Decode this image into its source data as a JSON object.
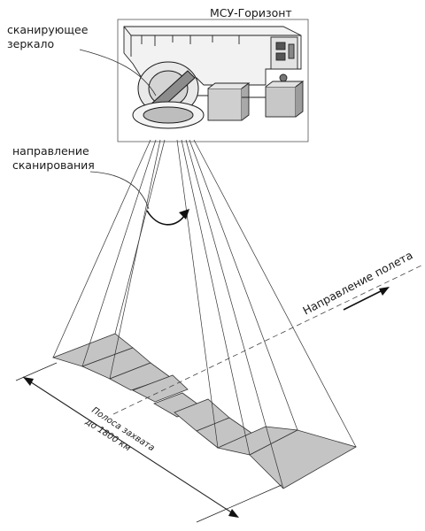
{
  "diagram": {
    "instrument_title": "МСУ-Горизонт",
    "mirror_label_line1": "сканирующее",
    "mirror_label_line2": "зеркало",
    "scan_dir_label_line1": "направление",
    "scan_dir_label_line2": "сканирования",
    "flight_dir_label": "Направление полета",
    "swath_label_line1": "Полоса захвата",
    "swath_label_line2": "до 1800 км"
  }
}
